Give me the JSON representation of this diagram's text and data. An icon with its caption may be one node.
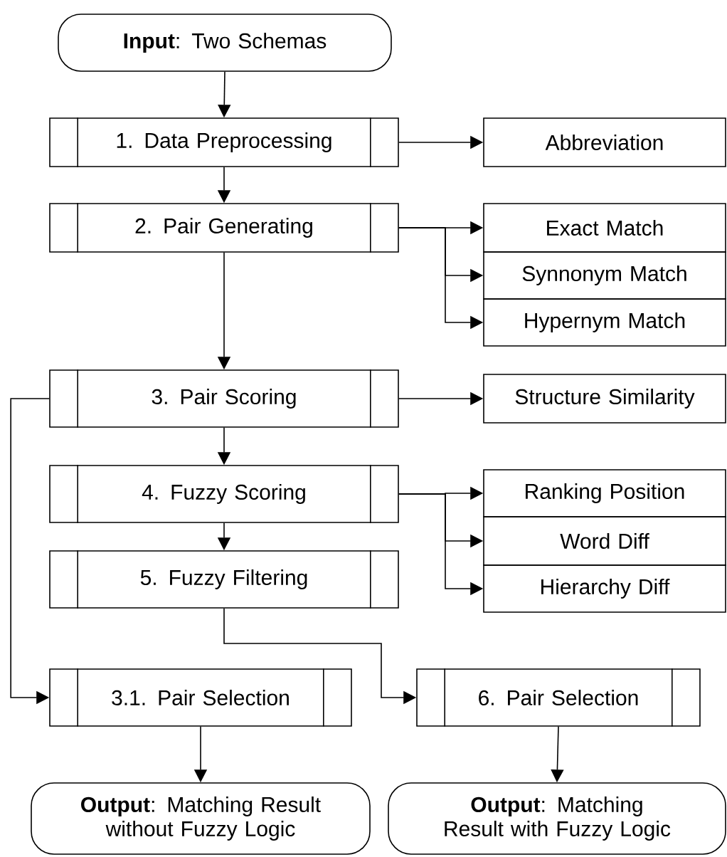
{
  "diagram": {
    "nodes": [
      {
        "text": [
          "**Input**: Two Schemas"
        ]
      },
      {
        "text": [
          "1. Data Preprocessing"
        ]
      },
      {
        "text": [
          "Abbreviation"
        ]
      },
      {
        "text": [
          "2. Pair Generating"
        ]
      },
      {
        "text": [
          "Exact Match"
        ]
      },
      {
        "text": [
          "Synnonym Match"
        ]
      },
      {
        "text": [
          "Hypernym Match"
        ]
      },
      {
        "text": [
          "3. Pair Scoring"
        ]
      },
      {
        "text": [
          "Structure Similarity"
        ]
      },
      {
        "text": [
          "4. Fuzzy Scoring"
        ]
      },
      {
        "text": [
          "Ranking Position"
        ]
      },
      {
        "text": [
          "Word Diff"
        ]
      },
      {
        "text": [
          "Hierarchy Diff"
        ]
      },
      {
        "text": [
          "5. Fuzzy Filtering"
        ]
      },
      {
        "text": [
          "3.1. Pair Selection"
        ]
      },
      {
        "text": [
          "6. Pair Selection"
        ]
      },
      {
        "text": [
          "**Output**: Matching Result without Fuzzy Logic"
        ]
      },
      {
        "text": [
          "**Output**: Matching Result with Fuzzy Logic"
        ]
      }
    ],
    "edges": [
      {
        "from": 0,
        "to": 1,
        "arrow": "to"
      },
      {
        "from": 1,
        "to": 2,
        "arrow": "to"
      },
      {
        "from": 1,
        "to": 3,
        "arrow": "to"
      },
      {
        "from": 3,
        "to": 4,
        "arrow": "to"
      },
      {
        "from": 3,
        "to": 5,
        "arrow": "to"
      },
      {
        "from": 3,
        "to": 6,
        "arrow": "to"
      },
      {
        "from": 3,
        "to": 7,
        "arrow": "to"
      },
      {
        "from": 7,
        "to": 8,
        "arrow": "to"
      },
      {
        "from": 7,
        "to": 9,
        "arrow": "to"
      },
      {
        "from": 7,
        "to": 14,
        "arrow": "to"
      },
      {
        "from": 9,
        "to": 10,
        "arrow": "to"
      },
      {
        "from": 9,
        "to": 11,
        "arrow": "to"
      },
      {
        "from": 9,
        "to": 12,
        "arrow": "to"
      },
      {
        "from": 9,
        "to": 13,
        "arrow": "to"
      },
      {
        "from": 13,
        "to": 15,
        "arrow": "to"
      },
      {
        "from": 14,
        "to": 16,
        "arrow": "to"
      },
      {
        "from": 15,
        "to": 17,
        "arrow": "to"
      }
    ]
  }
}
